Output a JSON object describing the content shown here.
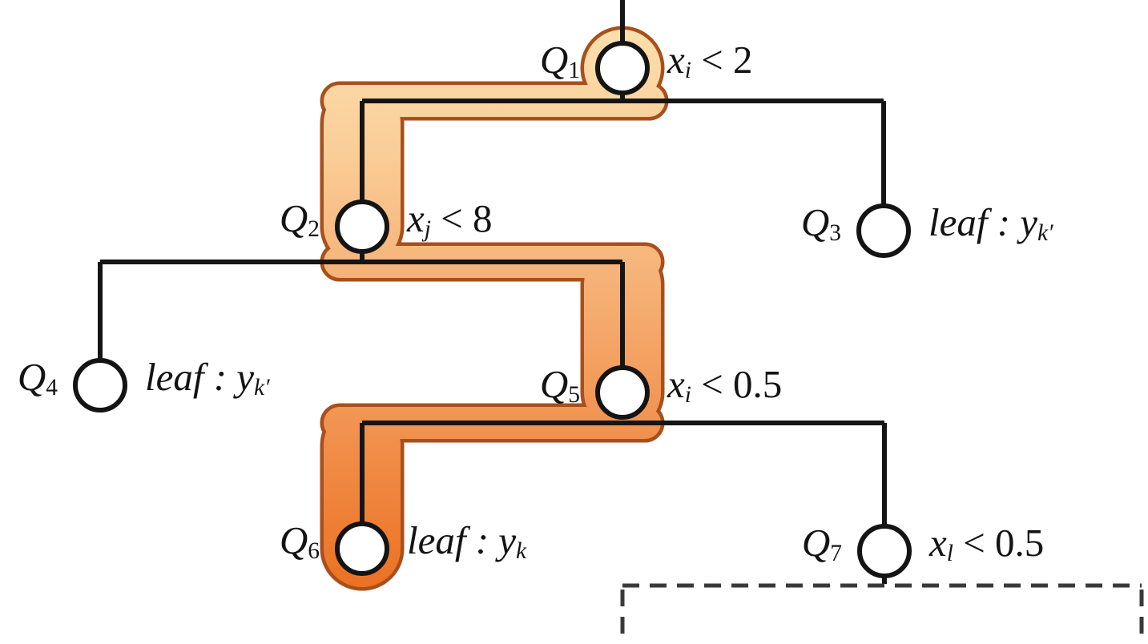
{
  "figure": {
    "type": "decision-tree-diagram",
    "background": "#ffffff",
    "edge_color": "#151515",
    "node_fill": "#ffffff",
    "node_stroke": "#141414",
    "dashed_box_color": "#3a3a3a",
    "highlight": {
      "border": "#a8501c",
      "gradient_top": "#fcdfae",
      "gradient_upper_mid": "#facd97",
      "gradient_mid": "#f6b176",
      "gradient_lower_mid": "#f19350",
      "gradient_bottom": "#ec7021"
    }
  },
  "tree": {
    "root": "Q1",
    "edges": [
      [
        "Q1",
        "Q2"
      ],
      [
        "Q1",
        "Q3"
      ],
      [
        "Q2",
        "Q4"
      ],
      [
        "Q2",
        "Q5"
      ],
      [
        "Q5",
        "Q6"
      ],
      [
        "Q5",
        "Q7"
      ]
    ],
    "highlighted_path": [
      "Q1",
      "Q2",
      "Q5",
      "Q6"
    ]
  },
  "nodes": [
    {
      "id": "Q1",
      "q": "Q",
      "qsub": "1",
      "label_pre": "x",
      "label_sub": "i",
      "label_post": " < 2"
    },
    {
      "id": "Q2",
      "q": "Q",
      "qsub": "2",
      "label_pre": "x",
      "label_sub": "j",
      "label_post": " < 8"
    },
    {
      "id": "Q3",
      "q": "Q",
      "qsub": "3",
      "label_pre": "leaf : y",
      "label_sub": "k′",
      "label_post": ""
    },
    {
      "id": "Q4",
      "q": "Q",
      "qsub": "4",
      "label_pre": "leaf : y",
      "label_sub": "k′",
      "label_post": ""
    },
    {
      "id": "Q5",
      "q": "Q",
      "qsub": "5",
      "label_pre": "x",
      "label_sub": "i",
      "label_post": " < 0.5"
    },
    {
      "id": "Q6",
      "q": "Q",
      "qsub": "6",
      "label_pre": "leaf : y",
      "label_sub": "k",
      "label_post": ""
    },
    {
      "id": "Q7",
      "q": "Q",
      "qsub": "7",
      "label_pre": "x",
      "label_sub": "l",
      "label_post": " < 0.5"
    }
  ]
}
